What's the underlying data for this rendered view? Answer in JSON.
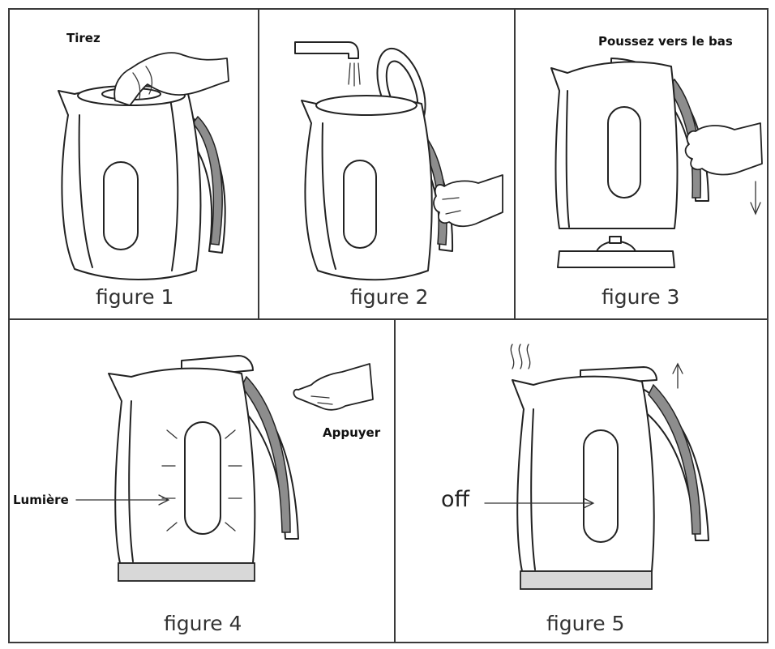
{
  "figures": [
    {
      "caption": "figure 1",
      "instruction": "Tirez"
    },
    {
      "caption": "figure 2"
    },
    {
      "caption": "figure 3",
      "instruction": "Poussez vers le bas"
    },
    {
      "caption": "figure 4",
      "instruction": "Appuyer",
      "indicator": "Lumière"
    },
    {
      "caption": "figure 5",
      "indicator": "off"
    }
  ]
}
